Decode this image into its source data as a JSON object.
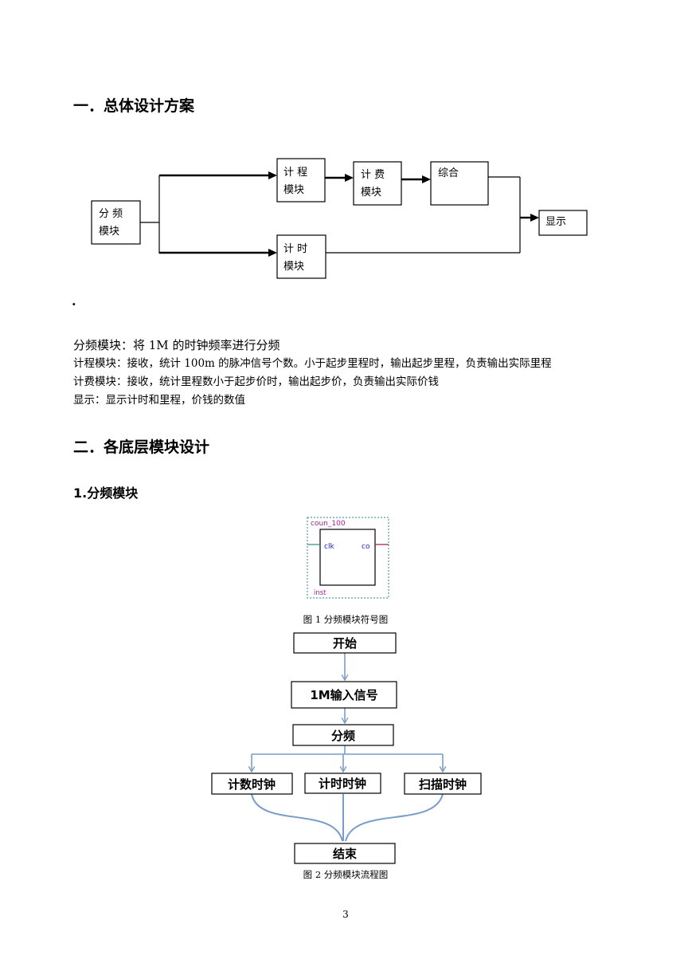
{
  "sections": {
    "s1_title": "一．总体设计方案",
    "s2_title": "二．各底层模块设计",
    "s2_1_title": "1.分频模块"
  },
  "block_diagram": {
    "divider": [
      "分 频",
      "模块"
    ],
    "mileage": [
      "计 程",
      "模块"
    ],
    "fee": [
      "计 费",
      "模块"
    ],
    "combine": "综合",
    "display": "显示",
    "timer": [
      "计 时",
      "模块"
    ]
  },
  "bullet": "·",
  "descriptions": [
    "分频模块：将 1M 的时钟频率进行分频",
    "计程模块：接收，统计 100m 的脉冲信号个数。小于起步里程时，输出起步里程，负责输出实际里程",
    "计费模块：接收，统计里程数小于起步价时，输出起步价，负责输出实际价钱",
    "显示：显示计时和里程，价钱的数值"
  ],
  "symbol": {
    "name": "coun_100",
    "in_port": "clk",
    "out_port": "co",
    "instance": "inst",
    "colors": {
      "frame": "#2a8a8a",
      "name_text": "#a020a0",
      "port_text": "#2020c0",
      "out_wire": "#a02040"
    }
  },
  "fig1_caption": "图 1  分频模块符号图",
  "flowchart": {
    "start": "开始",
    "input": "1M输入信号",
    "divide": "分频",
    "branches": [
      "计数时钟",
      "计时时钟",
      "扫描时钟"
    ],
    "end": "结束",
    "arrow_color": "#7a9cc8"
  },
  "fig2_caption": "图 2  分频模块流程图",
  "page_number": "3"
}
